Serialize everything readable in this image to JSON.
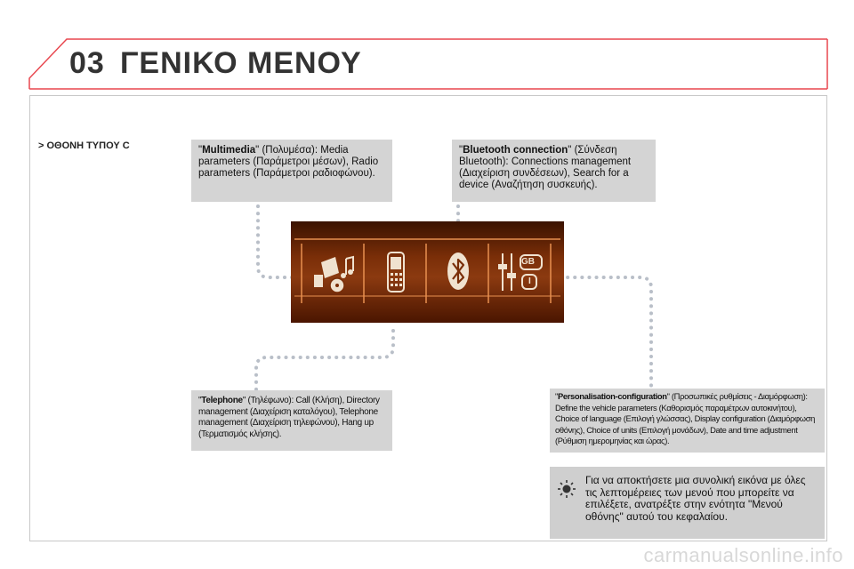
{
  "header": {
    "chapter_number": "03",
    "chapter_title": "ΓΕΝΙΚΟ ΜΕΝΟΥ"
  },
  "section": {
    "label": "> ΟΘΟΝΗ ΤΥΠΟΥ C"
  },
  "multimedia": {
    "name": "Multimedia",
    "text": " (Πολυμέσα): Media parameters (Παράμετροι μέσων), Radio parameters (Παράμετροι ραδιοφώνου)."
  },
  "bluetooth": {
    "name": "Bluetooth connection",
    "text": " (Σύνδεση Bluetooth): Connections management (Διαχείριση συνδέσεων), Search for a device (Αναζήτηση συσκευής)."
  },
  "telephone": {
    "name": "Telephone",
    "text": " (Τηλέφωνο): Call (Κλήση), Directory management (Διαχείριση καταλόγου), Telephone management (Διαχείριση τηλεφώνου), Hang up (Τερματισμός κλήσης)."
  },
  "personalisation": {
    "name": "Personalisation-configuration",
    "text": " (Προσωπικές ρυθμίσεις - Διαμόρφωση): Define the vehicle parameters (Καθορισμός παραμέτρων αυτοκινήτου), Choice of language (Επιλογή γλώσσας), Display configuration (Διαμόρφωση οθόνης), Choice of units (Επιλογή μονάδων), Date and time adjustment (Ρύθμιση ημερομηνίας και ώρας)."
  },
  "tip": {
    "text": "Για να αποκτήσετε μια συνολική εικόνα με όλες τις λεπτομέρειες των μενού που μπορείτε να επιλέξετε, ανατρέξτε στην ενότητα \"Μενού οθόνης\" αυτού του κεφαλαίου.",
    "icon": "lightbulb-icon"
  },
  "screen_icons": {
    "multimedia": "multimedia-icon",
    "telephone": "phone-icon",
    "bluetooth": "bluetooth-icon",
    "settings": "settings-icon",
    "gb_label": "GB",
    "i_label": "I"
  },
  "watermark": "carmanualsonline.info",
  "colors": {
    "accent": "#e8474f",
    "box_bg": "#d4d4d4",
    "dots": "#b9bfc8"
  }
}
